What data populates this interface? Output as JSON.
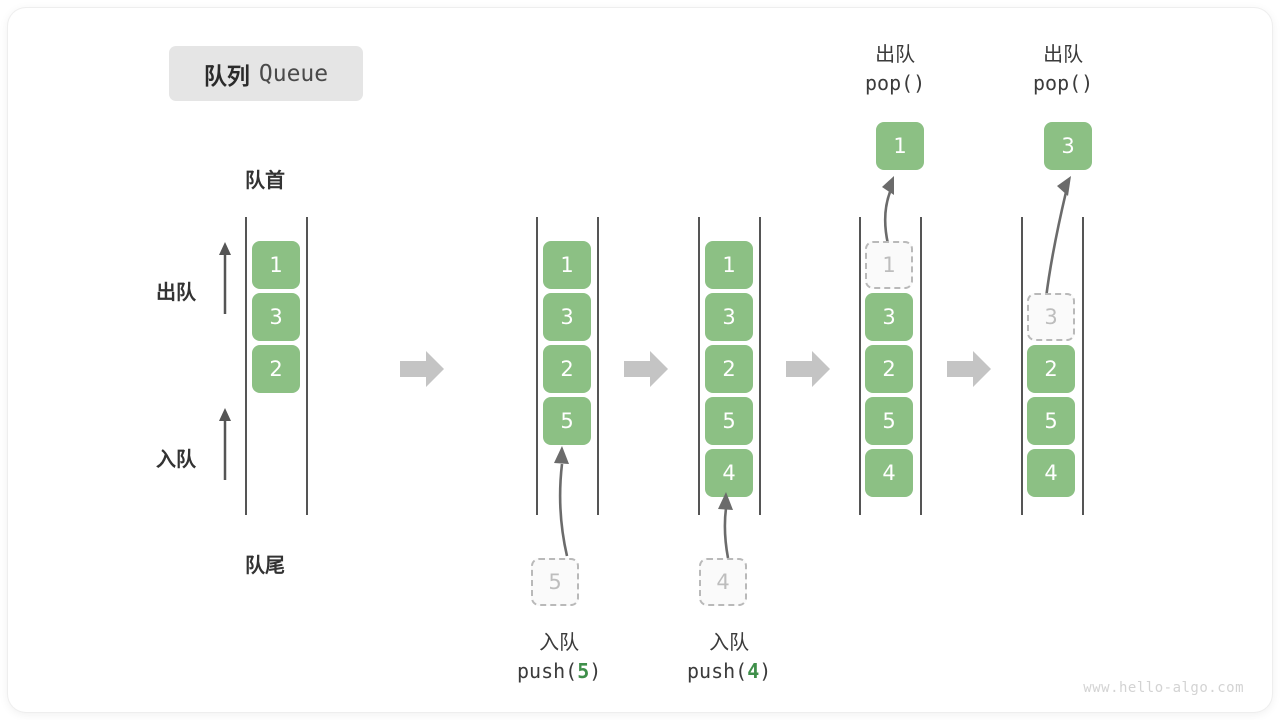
{
  "title": {
    "cn": "队列",
    "en": "Queue"
  },
  "labels": {
    "front": "队首",
    "rear": "队尾",
    "dequeue": "出队",
    "enqueue": "入队"
  },
  "watermark": "www.hello-algo.com",
  "colors": {
    "node_fill": "#8cc084",
    "node_text": "#ffffff",
    "ghost_fill": "#fafafa",
    "ghost_border": "#b9b9b9",
    "ghost_text": "#bdbdbd",
    "rail": "#555555",
    "stage_arrow": "#c4c4c4",
    "accent_green": "#3f8f4a",
    "badge_bg": "#e5e5e5"
  },
  "stages": [
    {
      "id": "initial",
      "nodes": [
        "1",
        "3",
        "2"
      ],
      "ghost_index": null,
      "top_label": null,
      "bottom_label": null,
      "popped_value": null
    },
    {
      "id": "after-push-5",
      "nodes": [
        "1",
        "3",
        "2",
        "5"
      ],
      "ghost_index": null,
      "top_label": null,
      "bottom_label": {
        "cn": "入队",
        "call_prefix": "push(",
        "call_arg": "5",
        "call_suffix": ")"
      },
      "incoming_value": "5",
      "popped_value": null
    },
    {
      "id": "after-push-4",
      "nodes": [
        "1",
        "3",
        "2",
        "5",
        "4"
      ],
      "ghost_index": null,
      "top_label": null,
      "bottom_label": {
        "cn": "入队",
        "call_prefix": "push(",
        "call_arg": "4",
        "call_suffix": ")"
      },
      "incoming_value": "4",
      "popped_value": null
    },
    {
      "id": "pop-1",
      "nodes": [
        "1",
        "3",
        "2",
        "5",
        "4"
      ],
      "ghost_index": 0,
      "top_label": {
        "cn": "出队",
        "call": "pop()"
      },
      "popped_value": "1",
      "bottom_label": null
    },
    {
      "id": "pop-3",
      "nodes": [
        "3",
        "2",
        "5",
        "4"
      ],
      "ghost_index": 0,
      "ghost_offset_slots": 1,
      "top_label": {
        "cn": "出队",
        "call": "pop()"
      },
      "popped_value": "3",
      "bottom_label": null
    }
  ],
  "stage_arrows": [
    {
      "name": "stage-arrow-1"
    },
    {
      "name": "stage-arrow-2"
    },
    {
      "name": "stage-arrow-3"
    },
    {
      "name": "stage-arrow-4"
    }
  ]
}
